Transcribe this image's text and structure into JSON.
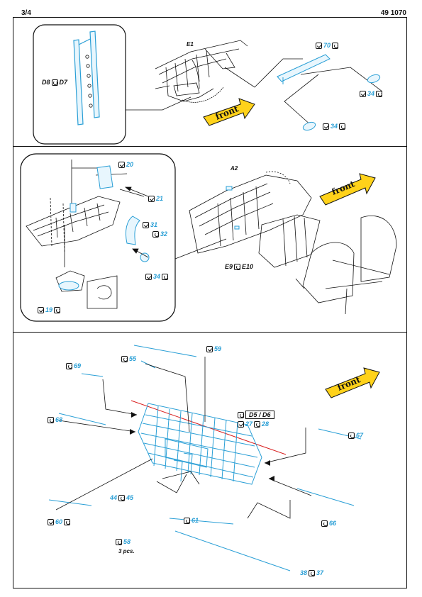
{
  "header": {
    "page": "3/4",
    "code": "49 1070"
  },
  "panel1": {
    "inset_label_a": "D8",
    "inset_label_b": "D7",
    "part_ref": "E1",
    "callouts": {
      "c70": "70",
      "c34a": "34",
      "c34b": "34"
    }
  },
  "panel2": {
    "part_ref": "A2",
    "refs_a": "E9",
    "refs_b": "E10",
    "callouts": {
      "c20": "20",
      "c21": "21",
      "c31": "31",
      "c32": "32",
      "c34": "34",
      "c19": "19"
    }
  },
  "panel3": {
    "callouts": {
      "c59": "59",
      "c55": "55",
      "c69": "69",
      "c68": "68",
      "c27": "27",
      "c28": "28",
      "c67": "67",
      "c44": "44",
      "c45": "45",
      "c60": "60",
      "c61": "61",
      "c66": "66",
      "c58": "58",
      "c38": "38",
      "c37": "37"
    },
    "boxed_ref": "D5 / D6",
    "pcs_note": "3 pcs."
  },
  "front_arrow_text": "front",
  "colors": {
    "accent": "#2a9fd6",
    "arrow_fill": "#ffd21a",
    "line": "#111111",
    "red_guide": "#d92020"
  }
}
